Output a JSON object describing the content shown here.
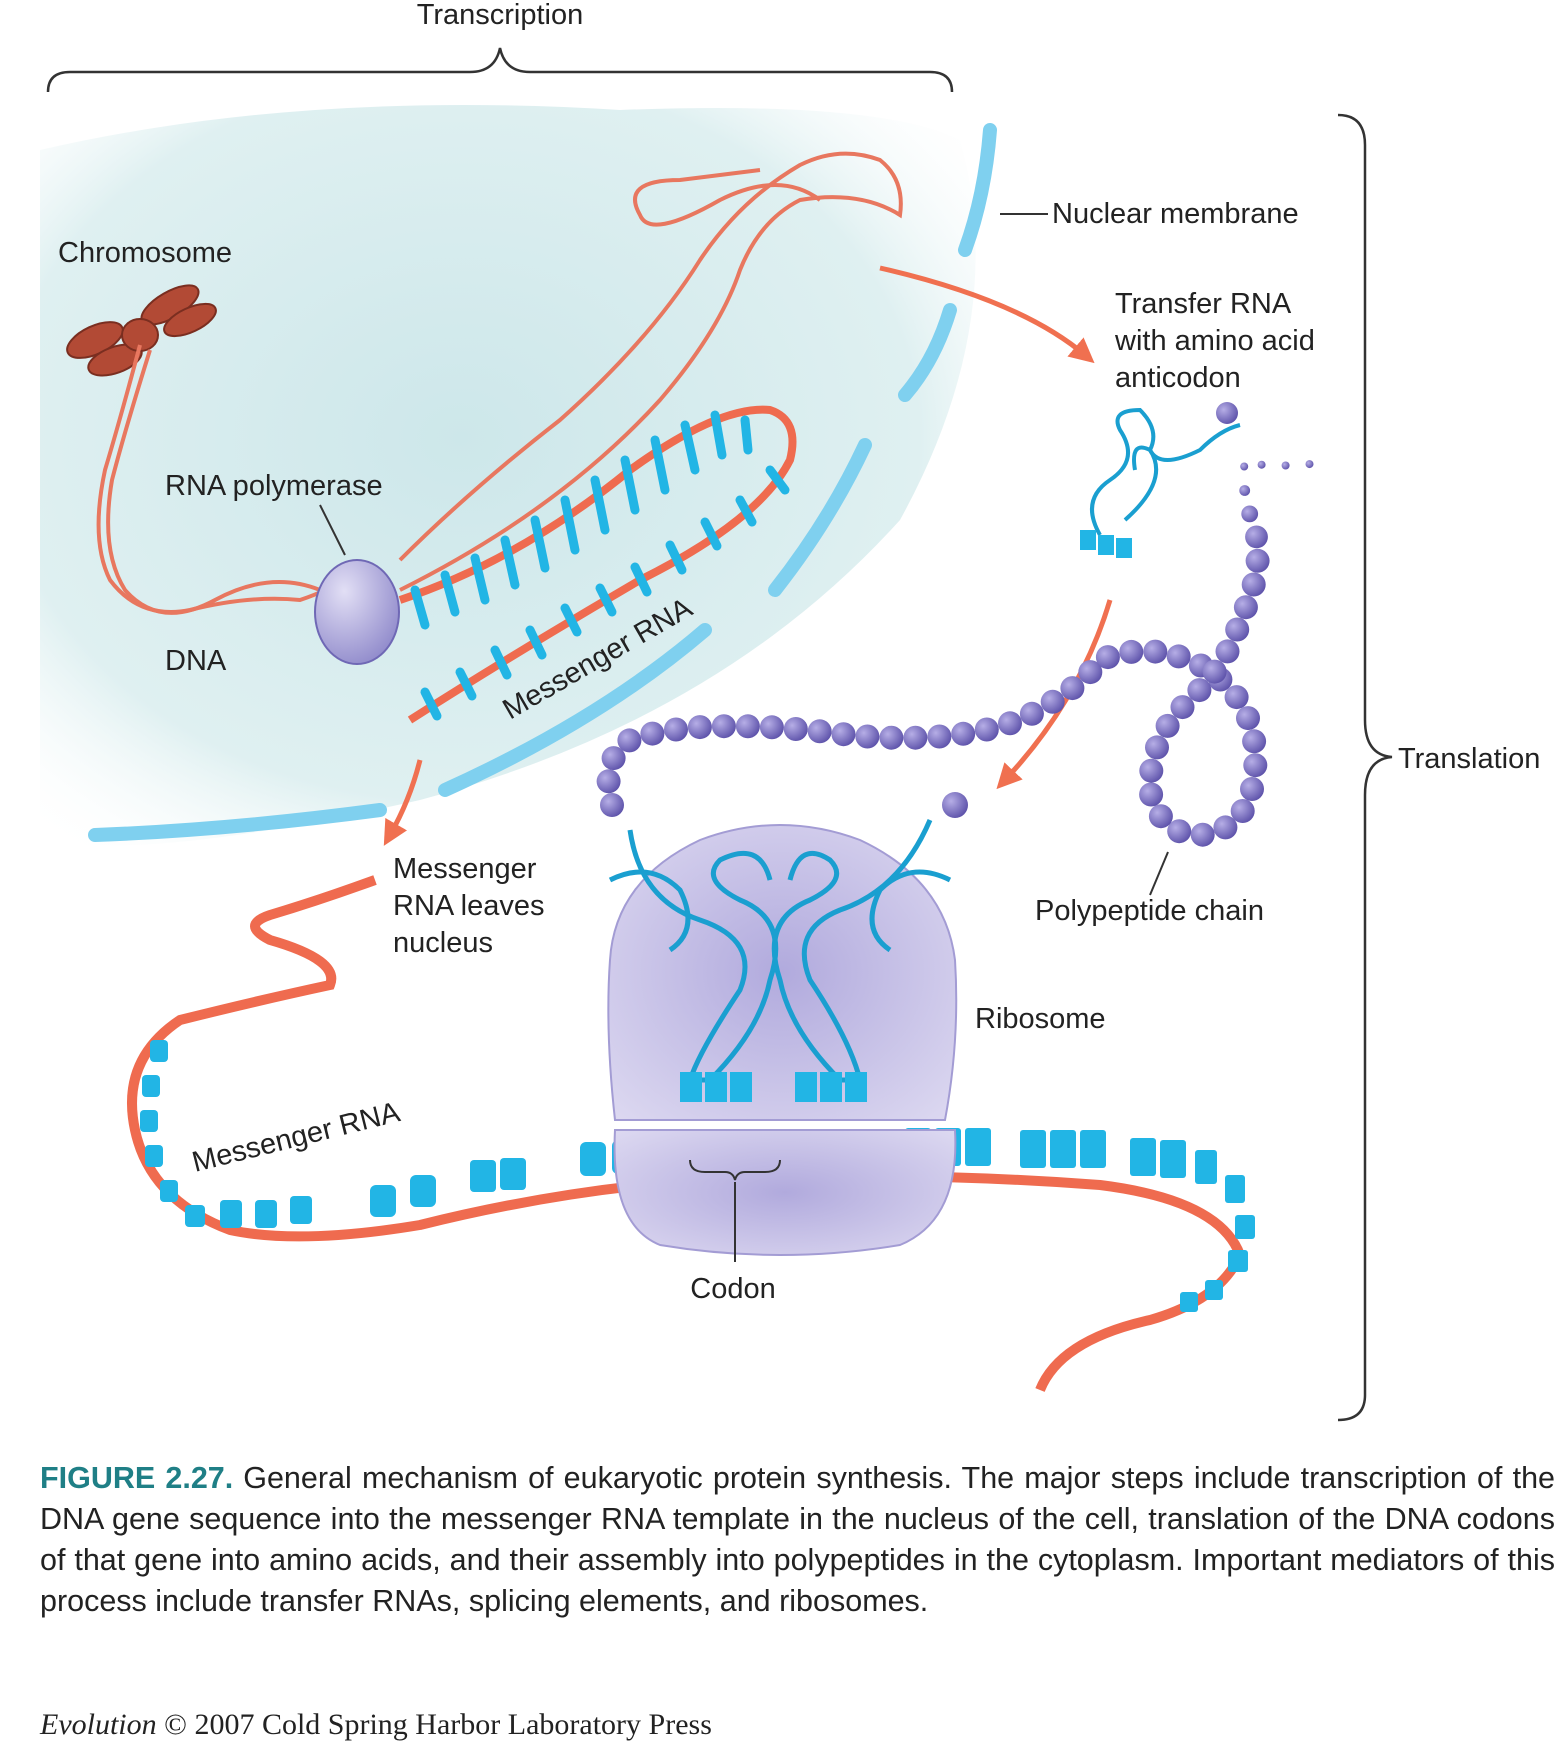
{
  "labels": {
    "transcription": "Transcription",
    "translation": "Translation",
    "chromosome": "Chromosome",
    "nuclear_membrane": "Nuclear membrane",
    "trna_line1": "Transfer RNA",
    "trna_line2": "with amino acid",
    "trna_line3": "anticodon",
    "rna_polymerase": "RNA polymerase",
    "dna": "DNA",
    "messenger_rna_upper": "Messenger RNA",
    "mrna_leaves_line1": "Messenger",
    "mrna_leaves_line2": "RNA leaves",
    "mrna_leaves_line3": "nucleus",
    "polypeptide_chain": "Polypeptide chain",
    "ribosome": "Ribosome",
    "messenger_rna_lower": "Messenger RNA",
    "codon": "Codon"
  },
  "caption": {
    "figure_number": "FIGURE 2.27.",
    "text": "General mechanism of eukaryotic protein synthesis. The major steps include transcription of the DNA gene sequence into the messenger RNA template in the nucleus of the cell, translation of the DNA codons of that gene into amino acids, and their assembly into polypeptides in the cytoplasm. Important mediators of this process include transfer RNAs, splicing elements, and ribosomes."
  },
  "credit": {
    "book_title": "Evolution",
    "rest": "© 2007 Cold Spring Harbor Laboratory Press"
  },
  "colors": {
    "nucleus": "#d6ecee",
    "membrane": "#7fd0ef",
    "dna": "#e8775f",
    "mrna": "#ef6b4f",
    "bases": "#22b5e5",
    "trna": "#1a9fd0",
    "amino_acid": "#7c6fc0",
    "ribosome": "#c5c0e6",
    "polymerase": "#a7a2dc",
    "arrow": "#f07050",
    "caption_accent": "#1f7f86"
  }
}
